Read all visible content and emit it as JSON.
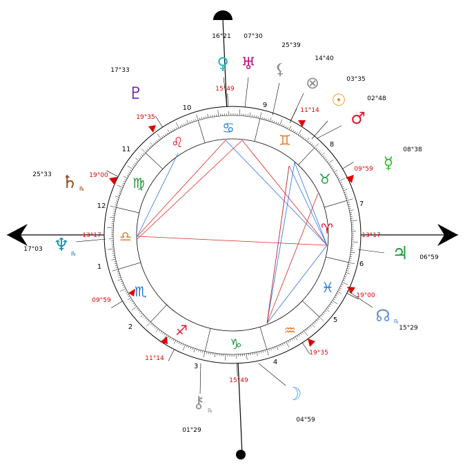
{
  "colors": {
    "fire": "#e8782a",
    "earth": "#1a9a3a",
    "air": "#e8782a",
    "water": "#1f78d8",
    "cusp": "#e00000",
    "aspect_red": "#e02020",
    "aspect_blue": "#2a6fe0"
  },
  "angles": {
    "asc": {
      "deg": "13°17"
    },
    "dsc": {
      "deg": "13°17"
    },
    "mc": {
      "deg": "15°49"
    },
    "ic": {
      "deg": "15°49"
    }
  },
  "signs": [
    {
      "name": "aries",
      "glyph": "♈",
      "color": "#e0142f"
    },
    {
      "name": "taurus",
      "glyph": "♉",
      "color": "#1a9a3a"
    },
    {
      "name": "gemini",
      "glyph": "♊",
      "color": "#e8782a"
    },
    {
      "name": "cancer",
      "glyph": "♋",
      "color": "#1f78d8"
    },
    {
      "name": "leo",
      "glyph": "♌",
      "color": "#e0142f"
    },
    {
      "name": "virgo",
      "glyph": "♍",
      "color": "#1a9a3a"
    },
    {
      "name": "libra",
      "glyph": "♎",
      "color": "#e8782a"
    },
    {
      "name": "scorpio",
      "glyph": "♏",
      "color": "#1f78d8"
    },
    {
      "name": "sagittarius",
      "glyph": "♐",
      "color": "#e0142f"
    },
    {
      "name": "capricorn",
      "glyph": "♑",
      "color": "#1a9a3a"
    },
    {
      "name": "aquarius",
      "glyph": "♒",
      "color": "#e8782a"
    },
    {
      "name": "pisces",
      "glyph": "♓",
      "color": "#1f78d8"
    }
  ],
  "houses": [
    "1",
    "2",
    "3",
    "4",
    "5",
    "6",
    "7",
    "8",
    "9",
    "10",
    "11",
    "12"
  ],
  "cusp_labels": [
    {
      "house": "2",
      "deg": "09°59"
    },
    {
      "house": "3",
      "deg": "11°14"
    },
    {
      "house": "5",
      "deg": "19°35"
    },
    {
      "house": "6",
      "deg": "19°00"
    },
    {
      "house": "8",
      "deg": "09°59"
    },
    {
      "house": "9",
      "deg": "11°14"
    },
    {
      "house": "11",
      "deg": "19°35"
    },
    {
      "house": "12",
      "deg": "19°00"
    }
  ],
  "planets": [
    {
      "name": "venus",
      "glyph": "♀",
      "deg": "16°21",
      "color": "#1fb8c8",
      "retro": ""
    },
    {
      "name": "uranus",
      "glyph": "♅",
      "deg": "07°30",
      "color": "#c01878",
      "retro": ""
    },
    {
      "name": "lilith",
      "glyph": "⚸",
      "deg": "25°39",
      "color": "#909090",
      "retro": ""
    },
    {
      "name": "part-of-fortune",
      "glyph": "⊗",
      "deg": "14°40",
      "color": "#909090",
      "retro": ""
    },
    {
      "name": "sun",
      "glyph": "☉",
      "deg": "03°35",
      "color": "#e8901a",
      "retro": ""
    },
    {
      "name": "mars",
      "glyph": "♂",
      "deg": "02°48",
      "color": "#e0142f",
      "retro": ""
    },
    {
      "name": "mercury",
      "glyph": "☿",
      "deg": "08°38",
      "color": "#28c028",
      "retro": ""
    },
    {
      "name": "jupiter",
      "glyph": "♃",
      "deg": "06°59",
      "color": "#1a9a3a",
      "retro": ""
    },
    {
      "name": "north-node",
      "glyph": "☊",
      "deg": "15°29",
      "color": "#5a8ee0",
      "retro": "℞"
    },
    {
      "name": "moon",
      "glyph": "☽",
      "deg": "04°59",
      "color": "#5aa0f0",
      "retro": ""
    },
    {
      "name": "chiron",
      "glyph": "⚷",
      "deg": "01°29",
      "color": "#909090",
      "retro": "℞"
    },
    {
      "name": "neptune",
      "glyph": "♆",
      "deg": "17°03",
      "color": "#1a8fa8",
      "retro": "℞"
    },
    {
      "name": "saturn",
      "glyph": "♄",
      "deg": "25°33",
      "color": "#8a4a1a",
      "retro": "℞"
    },
    {
      "name": "pluto",
      "glyph": "♇",
      "deg": "17°33",
      "color": "#7020b0",
      "retro": ""
    }
  ]
}
